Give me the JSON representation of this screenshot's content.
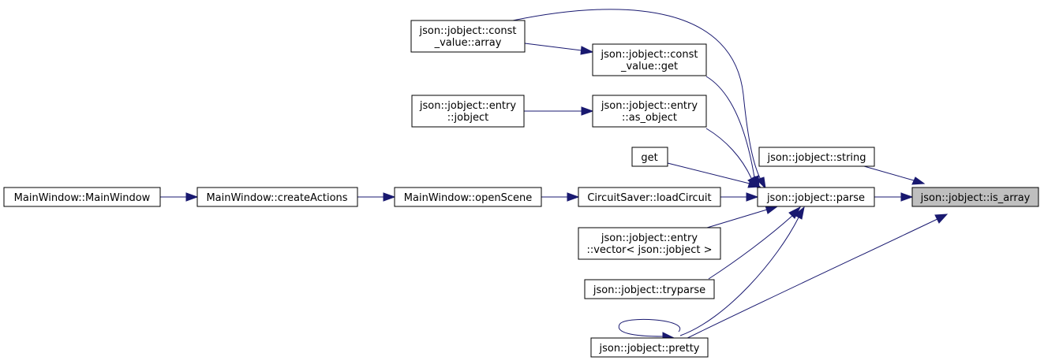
{
  "graph": {
    "edge_color": "#191970",
    "root_fill": "#bfbfbf",
    "nodes": {
      "is_array": [
        "json::jobject::is_array"
      ],
      "string": [
        "json::jobject::string"
      ],
      "parse": [
        "json::jobject::parse"
      ],
      "loadCircuit": [
        "CircuitSaver::loadCircuit"
      ],
      "openScene": [
        "MainWindow::openScene"
      ],
      "createActions": [
        "MainWindow::createActions"
      ],
      "MainWindow": [
        "MainWindow::MainWindow"
      ],
      "get_free": [
        "get"
      ],
      "cv_array": [
        "json::jobject::const",
        "_value::array"
      ],
      "cv_get": [
        "json::jobject::const",
        "_value::get"
      ],
      "entry_jobject": [
        "json::jobject::entry",
        "::jobject"
      ],
      "entry_as_object": [
        "json::jobject::entry",
        "::as_object"
      ],
      "entry_vector": [
        "json::jobject::entry",
        "::vector< json::jobject >"
      ],
      "tryparse": [
        "json::jobject::tryparse"
      ],
      "pretty": [
        "json::jobject::pretty"
      ]
    }
  }
}
